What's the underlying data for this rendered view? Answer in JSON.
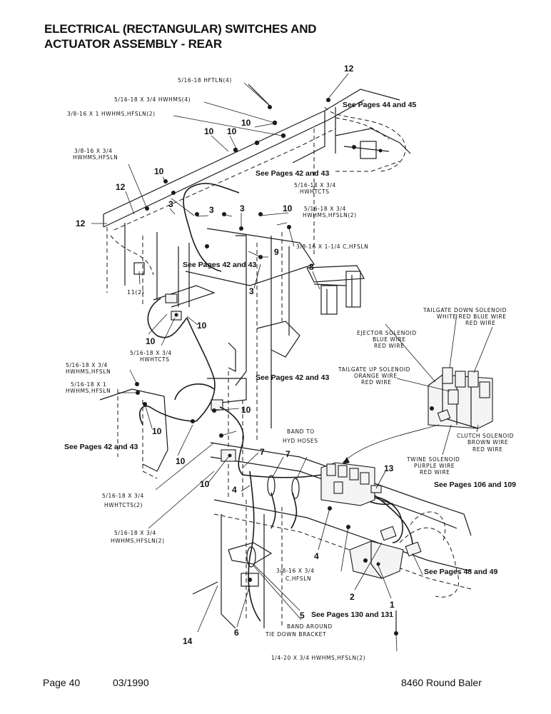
{
  "title": {
    "line1": "ELECTRICAL (RECTANGULAR) SWITCHES AND",
    "line2": "ACTUATOR ASSEMBLY - REAR"
  },
  "footer": {
    "page": "Page 40",
    "date": "03/1990",
    "model": "8460 Round Baler"
  },
  "callouts": {
    "n12a": "12",
    "n12b": "12",
    "n12c": "12",
    "n10a": "10",
    "n10b": "10",
    "n10c": "10",
    "n10d": "10",
    "n10e": "10",
    "n10f": "10",
    "n10g": "10",
    "n10h": "10",
    "n10i": "10",
    "n10j": "10",
    "n10k": "10",
    "n3a": "3",
    "n3b": "3",
    "n3c": "3",
    "n3d": "3",
    "n9": "9",
    "n8": "8",
    "n11": "11(2)",
    "n7a": "7",
    "n7b": "7",
    "n13": "13",
    "n4a": "4",
    "n4b": "4",
    "n2": "2",
    "n1": "1",
    "n5": "5",
    "n6": "6",
    "n14": "14"
  },
  "hardware": {
    "hftln": "5/16-18 HFTLN(4)",
    "hwhms4": "5/16-18 X 3/4 HWHMS(4)",
    "hwhms_hfsln2": "3/8-16 X 1 HWHMS,HFSLN(2)",
    "a1": "3/8-16 X 3/4",
    "a2": "HWHMS,HFSLN",
    "b1": "5/16-18 X 3/4",
    "b2": "HWHTCTS",
    "c1": "5/16-18 X 3/4",
    "c2": "HWHMS,HFSLN(2)",
    "cfsln": "3/8-16 X 1-1/4 C,HFSLN",
    "d1": "5/16-18 X 3/4",
    "d2": "HWHTCTS",
    "e1": "5/16-18 X 3/4",
    "e2": "HWHMS,HFSLN",
    "f1": "5/16-18 X 1",
    "f2": "HWHMS,HFSLN",
    "g1": "5/16-18 X 3/4",
    "g2": "HWHTCTS(2)",
    "h1": "5/16-18 X 3/4",
    "h2": "HWHMS,HFSLN(2)",
    "i1": "3/8-16 X 3/4",
    "i2": "C,HFSLN",
    "j": "1/4-20 X 3/4 HWHMS,HFSLN(2)"
  },
  "solenoids": {
    "tailgate_down": [
      "TAILGATE DOWN SOLENOID",
      "WHITE RED BLUE WIRE",
      "RED WIRE"
    ],
    "ejector": [
      "EJECTOR SOLENOID",
      "BLUE WIRE",
      "RED WIRE"
    ],
    "tailgate_up": [
      "TAILGATE UP SOLENOID",
      "ORANGE WIRE",
      "RED WIRE"
    ],
    "clutch": [
      "CLUTCH SOLENOID",
      "BROWN WIRE",
      "RED WIRE"
    ],
    "twine": [
      "TWINE SOLENOID",
      "PURPLE WIRE",
      "RED WIRE"
    ]
  },
  "notes": {
    "band_hyd_1": "BAND TO",
    "band_hyd_2": "HYD HOSES",
    "band_tie_1": "BAND AROUND",
    "band_tie_2": "TIE DOWN BRACKET"
  },
  "page_refs": {
    "p44": "See Pages 44 and 45",
    "p42a": "See Pages 42 and 43",
    "p42b": "See Pages 42 and 43",
    "p42c": "See Pages 42 and 43",
    "p42d": "See Pages 42 and 43",
    "p106": "See Pages 106 and 109",
    "p48": "See Pages 48 and 49",
    "p130": "See Pages 130 and 131"
  }
}
